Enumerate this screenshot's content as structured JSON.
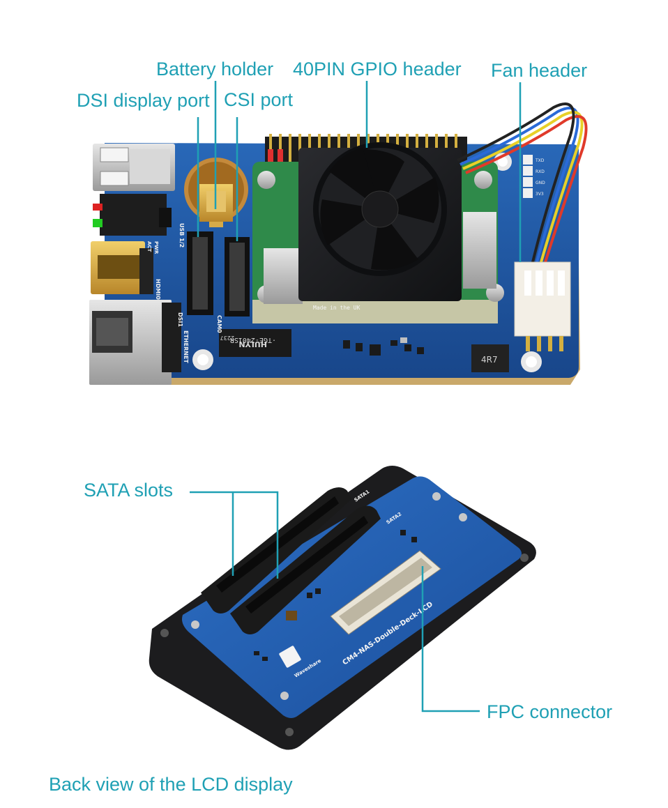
{
  "callouts": {
    "battery_holder": "Battery holder",
    "gpio_header": "40PIN GPIO header",
    "fan_header": "Fan header",
    "dsi_port": "DSI display port",
    "csi_port": "CSI port",
    "sata_slots": "SATA slots",
    "fpc_connector": "FPC connector"
  },
  "caption": "Back view of the LCD display",
  "colors": {
    "accent": "#1fa0b4",
    "pcb_blue": "#1e5aa8",
    "heatsink": "#1b1c1f",
    "cm4_green": "#2f8a4a",
    "connector_black": "#222222"
  },
  "board_text": {
    "made_in": "Made in the UK",
    "chip_top": "·TGE-2401SR",
    "chip_brand": "HULYN",
    "chip_code": "2237",
    "inductor": "4R7",
    "hdmi": "HDMI0",
    "dsi": "DSI1",
    "cam": "CAM0",
    "ethernet": "ETHERNET",
    "usb": "USB 1/2",
    "act": "ACT",
    "pwr": "PWR",
    "lcd_board": "CM4-NAS-Double-Deck-LCD",
    "brand": "Waveshare",
    "sata1": "SATA1",
    "sata2": "SATA2",
    "uart_labels": [
      "TXD",
      "RXD",
      "GND",
      "3V3"
    ]
  }
}
